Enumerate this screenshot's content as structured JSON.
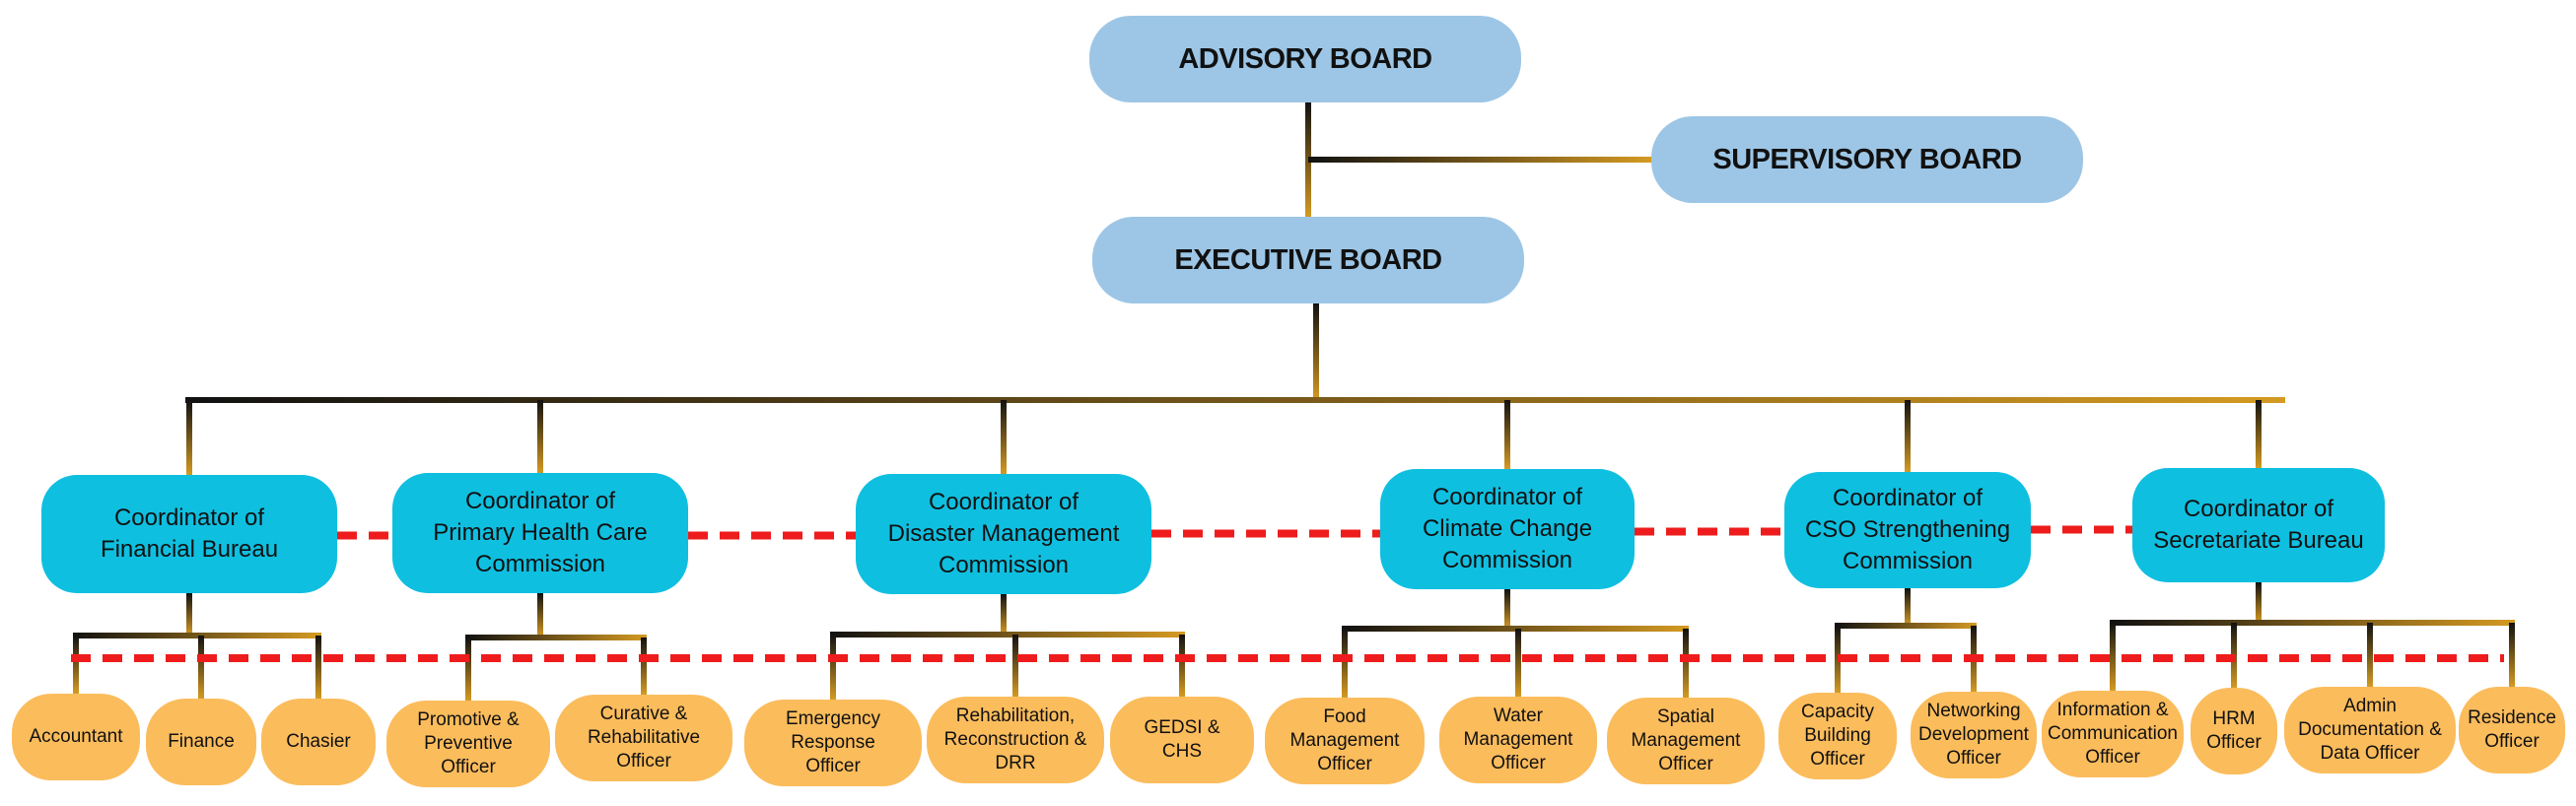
{
  "diagram": {
    "type": "organizational-chart",
    "colors": {
      "board": "#9dc6e6",
      "coordinator": "#0fbfe0",
      "officer": "#fbbc5c",
      "connector_dark": "#111111",
      "connector_gold": "#d49a22",
      "coordination_dashed": "#ee1c1c"
    },
    "boards": {
      "advisory": "ADVISORY BOARD",
      "supervisory": "SUPERVISORY BOARD",
      "executive": "EXECUTIVE BOARD"
    },
    "coordinators": [
      {
        "label": "Coordinator of\nFinancial Bureau",
        "officers": [
          "Accountant",
          "Finance",
          "Chasier"
        ]
      },
      {
        "label": "Coordinator of\nPrimary Health Care\nCommission",
        "officers": [
          "Promotive &\nPreventive\nOfficer",
          "Curative &\nRehabilitative\nOfficer"
        ]
      },
      {
        "label": "Coordinator of\nDisaster Management\nCommission",
        "officers": [
          "Emergency\nResponse\nOfficer",
          "Rehabilitation,\nReconstruction  &\nDRR",
          "GEDSI &\nCHS"
        ]
      },
      {
        "label": "Coordinator of\nClimate Change\nCommission",
        "officers": [
          "Food\nManagement\nOfficer",
          "Water\nManagement\nOfficer",
          "Spatial\nManagement\nOfficer"
        ]
      },
      {
        "label": "Coordinator of\nCSO Strengthening\nCommission",
        "officers": [
          "Capacity\nBuilding\nOfficer",
          "Networking\nDevelopment\nOfficer"
        ]
      },
      {
        "label": "Coordinator of\nSecretariate Bureau",
        "officers": [
          "Information &\nCommunication\nOfficer",
          "HRM\nOfficer",
          "Admin\nDocumentation &\nData  Officer",
          "Residence\nOfficer"
        ]
      }
    ]
  }
}
